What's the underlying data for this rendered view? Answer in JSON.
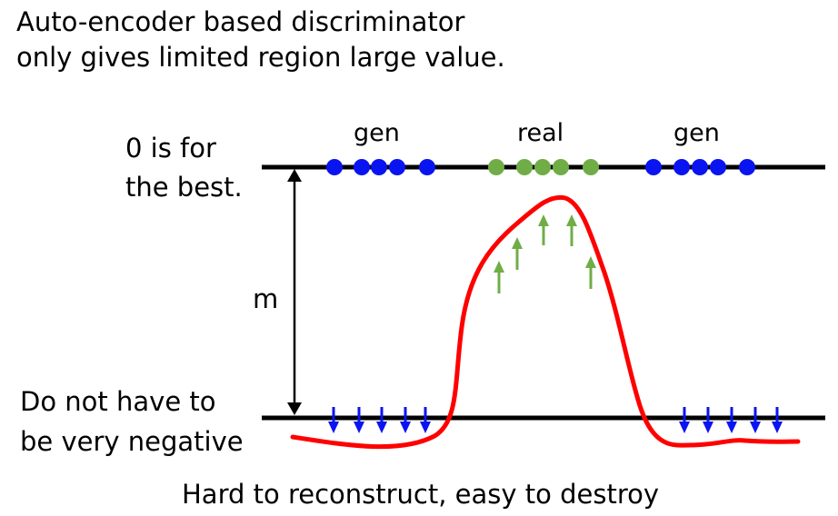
{
  "title": {
    "line1": "Auto-encoder based discriminator",
    "line2": "only gives limited region large value."
  },
  "top_label": {
    "line1": "0 is for",
    "line2": "the best."
  },
  "margin_label": "m",
  "bottom_label": {
    "line1": "Do not have to",
    "line2": "be very negative"
  },
  "caption": "Hard to reconstruct, easy to destroy",
  "groups": {
    "gen_left": "gen",
    "real": "real",
    "gen_right": "gen"
  },
  "colors": {
    "gen": "#0a14f0",
    "real": "#70ad47",
    "curve": "#ff0000",
    "line": "#000000"
  }
}
